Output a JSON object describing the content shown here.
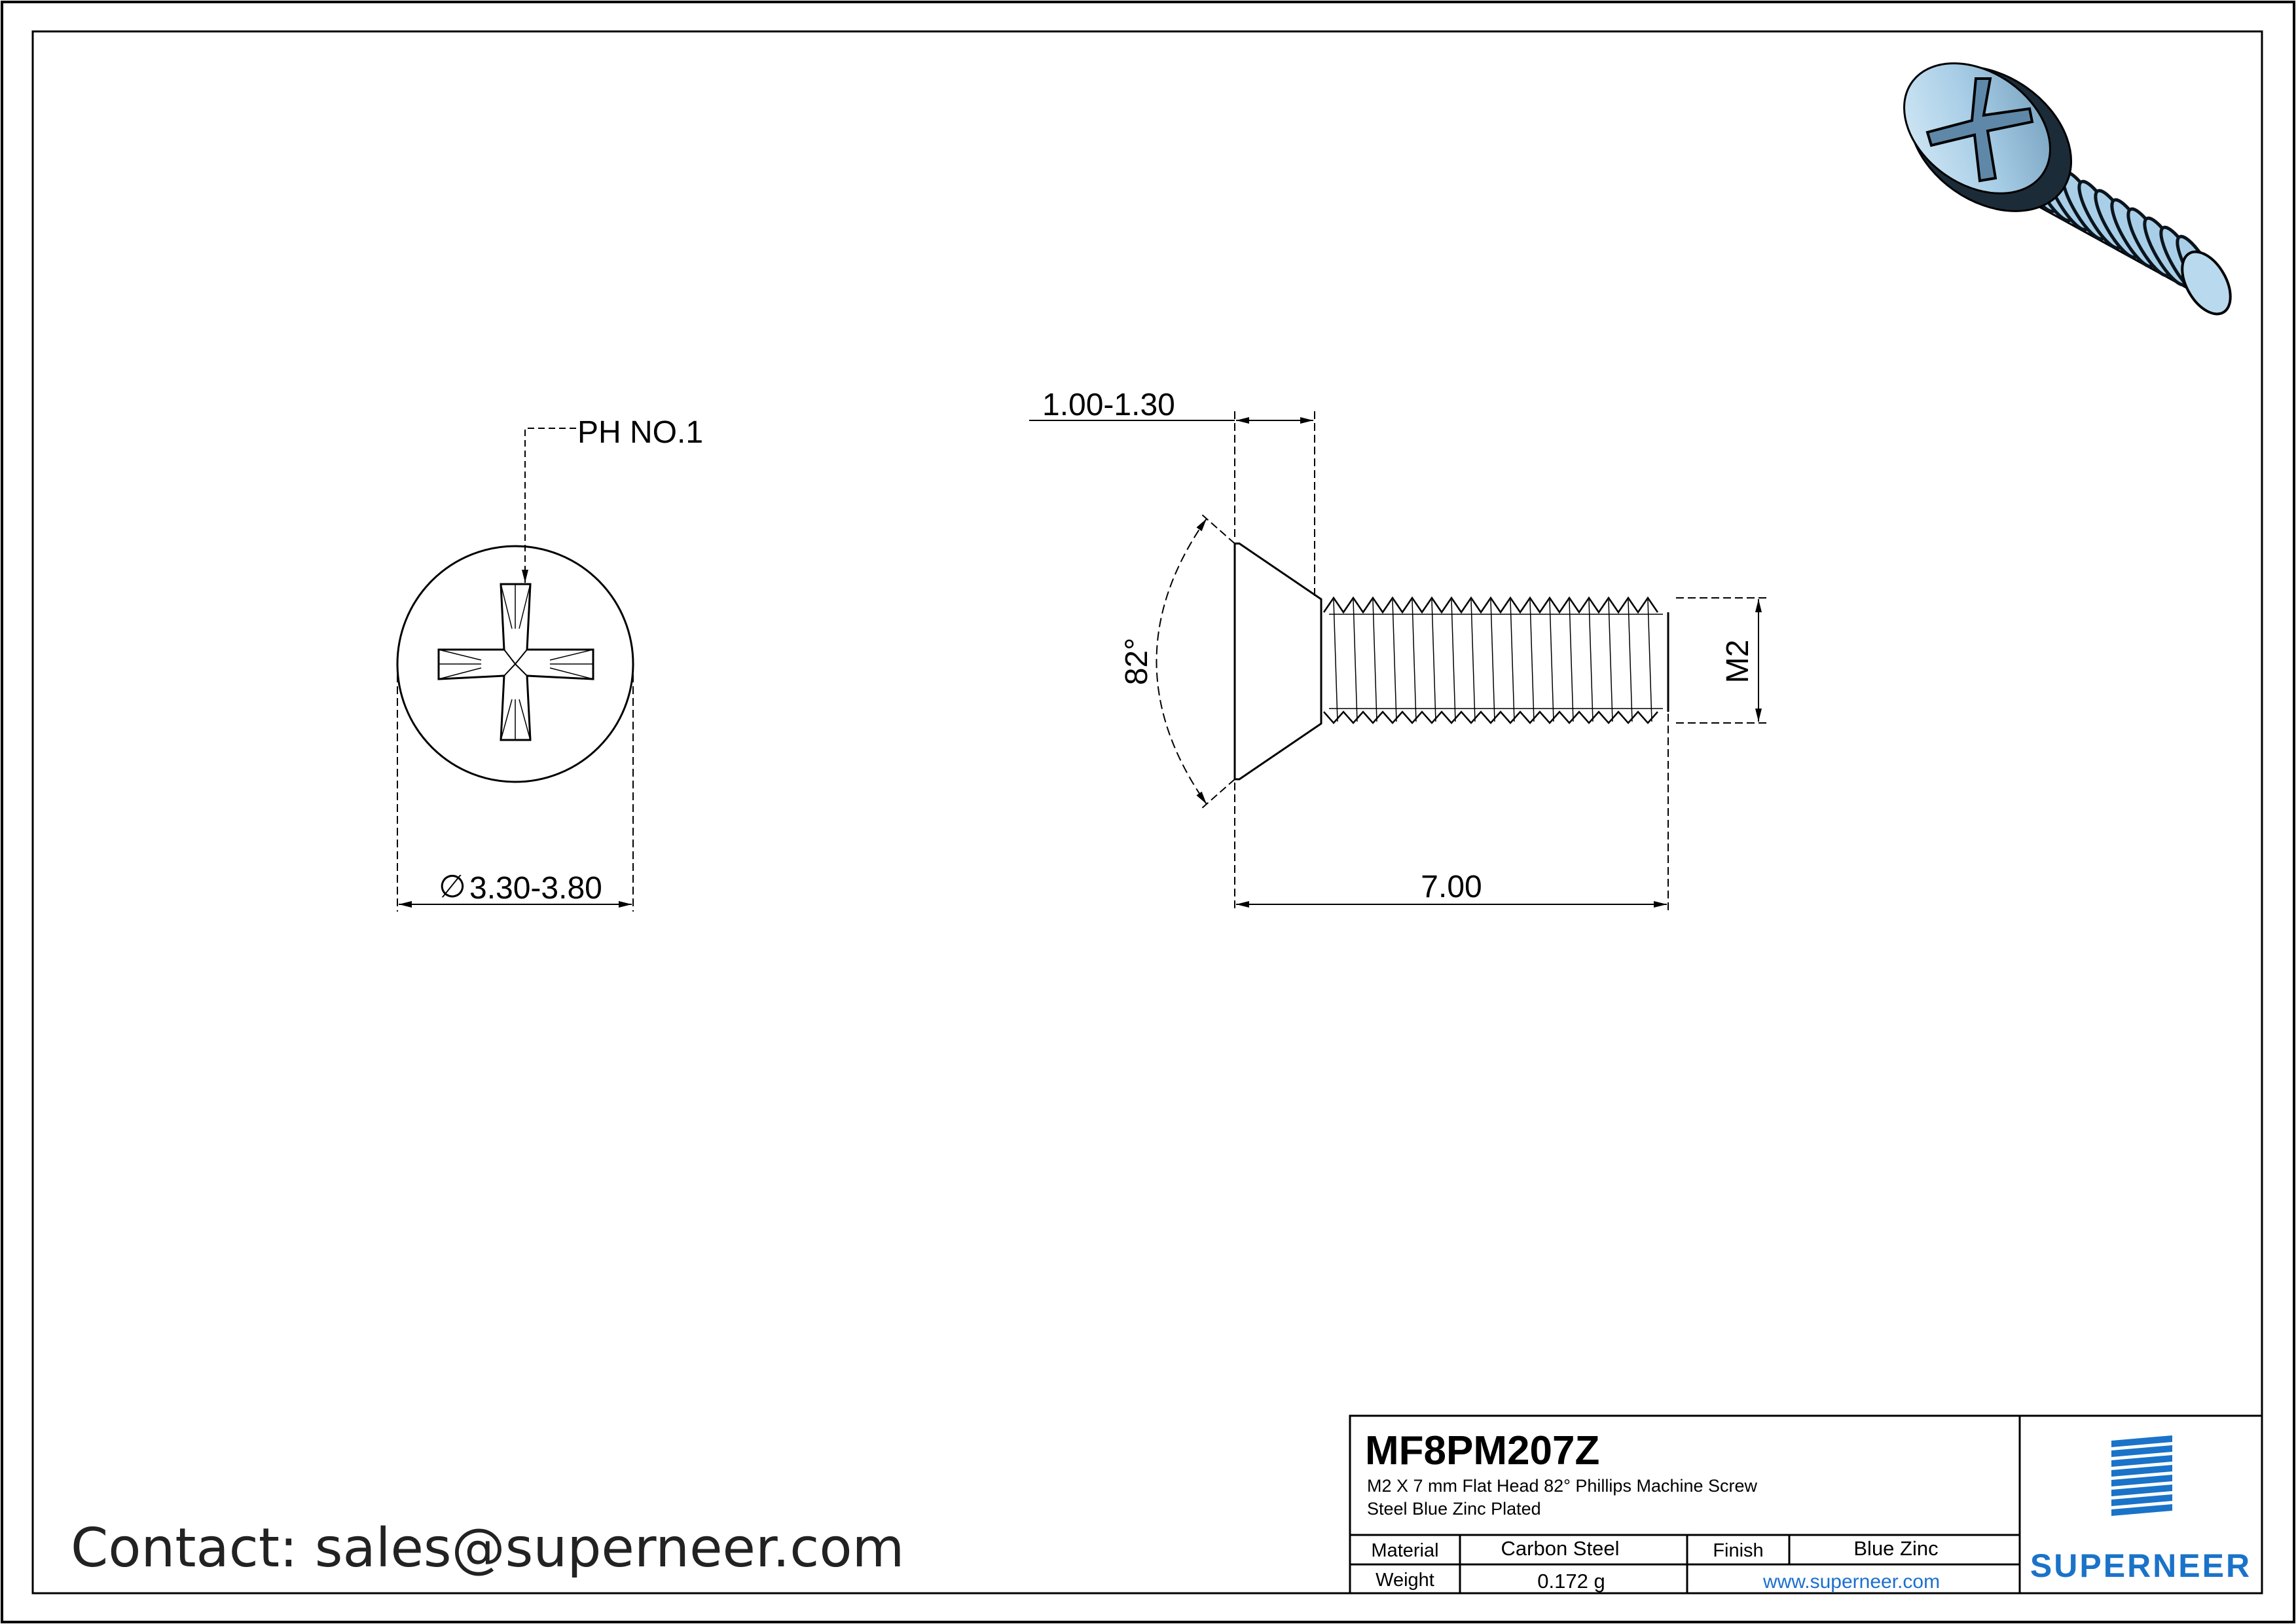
{
  "drawing": {
    "head_view": {
      "drive_label": "PH NO.1",
      "diameter_label": "3.30-3.80",
      "diameter_symbol": "∅"
    },
    "side_view": {
      "head_height_label": "1.00-1.30",
      "angle_label": "82°",
      "thread_label": "M2",
      "length_label": "7.00"
    }
  },
  "title_block": {
    "part_number": "MF8PM207Z",
    "description_line1": "M2 X 7 mm  Flat Head 82° Phillips Machine Screw",
    "description_line2": "Steel Blue Zinc Plated",
    "material_label": "Material",
    "material_value": "Carbon Steel",
    "finish_label": "Finish",
    "finish_value": "Blue Zinc",
    "weight_label": "Weight",
    "weight_value": "0.172 g",
    "website": "www.superneer.com",
    "brand": "SUPERNEER"
  },
  "contact": "Contact: sales@superneer.com",
  "colors": {
    "line": "#000000",
    "brand_blue": "#1a73c8",
    "zinc_blue": "#b9d9ee"
  }
}
